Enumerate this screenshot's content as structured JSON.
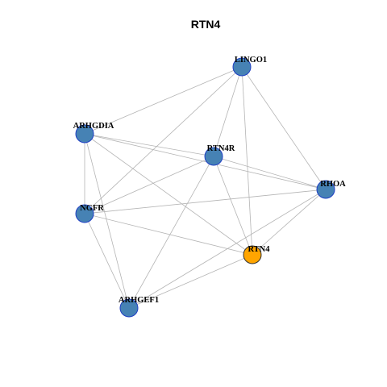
{
  "title": "RTN4",
  "colors": {
    "default_node_fill": "#4682b4",
    "default_node_stroke": "#1f3fc4",
    "highlight_node_fill": "#ffa500",
    "highlight_node_stroke": "#333333",
    "edge": "#b4b4b4",
    "background": "#ffffff"
  },
  "nodes": [
    {
      "id": "LINGO1",
      "label": "LINGO1",
      "highlight": false
    },
    {
      "id": "ARHGDIA",
      "label": "ARHGDIA",
      "highlight": false
    },
    {
      "id": "RTN4R",
      "label": "RTN4R",
      "highlight": false
    },
    {
      "id": "RHOA",
      "label": "RHOA",
      "highlight": false
    },
    {
      "id": "NGFR",
      "label": "NGFR",
      "highlight": false
    },
    {
      "id": "RTN4",
      "label": "RTN4",
      "highlight": true
    },
    {
      "id": "ARHGEF1",
      "label": "ARHGEF1",
      "highlight": false
    }
  ],
  "edges": [
    [
      "LINGO1",
      "ARHGDIA"
    ],
    [
      "LINGO1",
      "RTN4R"
    ],
    [
      "LINGO1",
      "RHOA"
    ],
    [
      "LINGO1",
      "NGFR"
    ],
    [
      "LINGO1",
      "RTN4"
    ],
    [
      "ARHGDIA",
      "RTN4R"
    ],
    [
      "ARHGDIA",
      "RHOA"
    ],
    [
      "ARHGDIA",
      "NGFR"
    ],
    [
      "ARHGDIA",
      "RTN4"
    ],
    [
      "ARHGDIA",
      "ARHGEF1"
    ],
    [
      "RTN4R",
      "RHOA"
    ],
    [
      "RTN4R",
      "NGFR"
    ],
    [
      "RTN4R",
      "RTN4"
    ],
    [
      "RTN4R",
      "ARHGEF1"
    ],
    [
      "RHOA",
      "NGFR"
    ],
    [
      "RHOA",
      "RTN4"
    ],
    [
      "RHOA",
      "ARHGEF1"
    ],
    [
      "NGFR",
      "RTN4"
    ],
    [
      "NGFR",
      "ARHGEF1"
    ],
    [
      "RTN4",
      "ARHGEF1"
    ]
  ]
}
